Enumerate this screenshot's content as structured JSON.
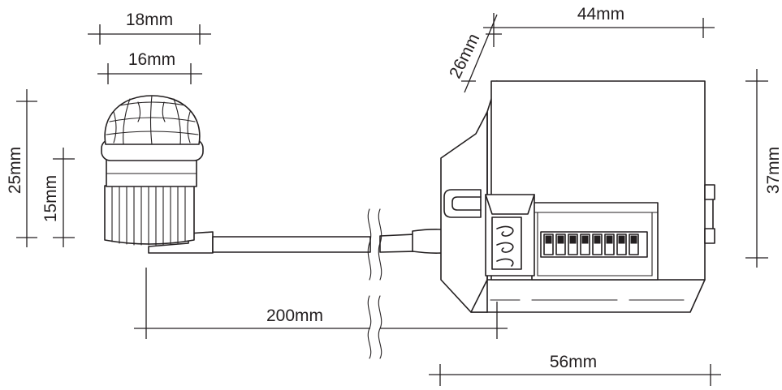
{
  "dimensions": {
    "sensor_outer": "18mm",
    "sensor_inner": "16mm",
    "sensor_height": "25mm",
    "sensor_base_height": "15mm",
    "cable_length": "200mm",
    "box_width": "44mm",
    "box_depth": "26mm",
    "box_height": "37mm",
    "box_length": "56mm"
  },
  "colors": {
    "line": "#231f20",
    "background": "#ffffff"
  }
}
